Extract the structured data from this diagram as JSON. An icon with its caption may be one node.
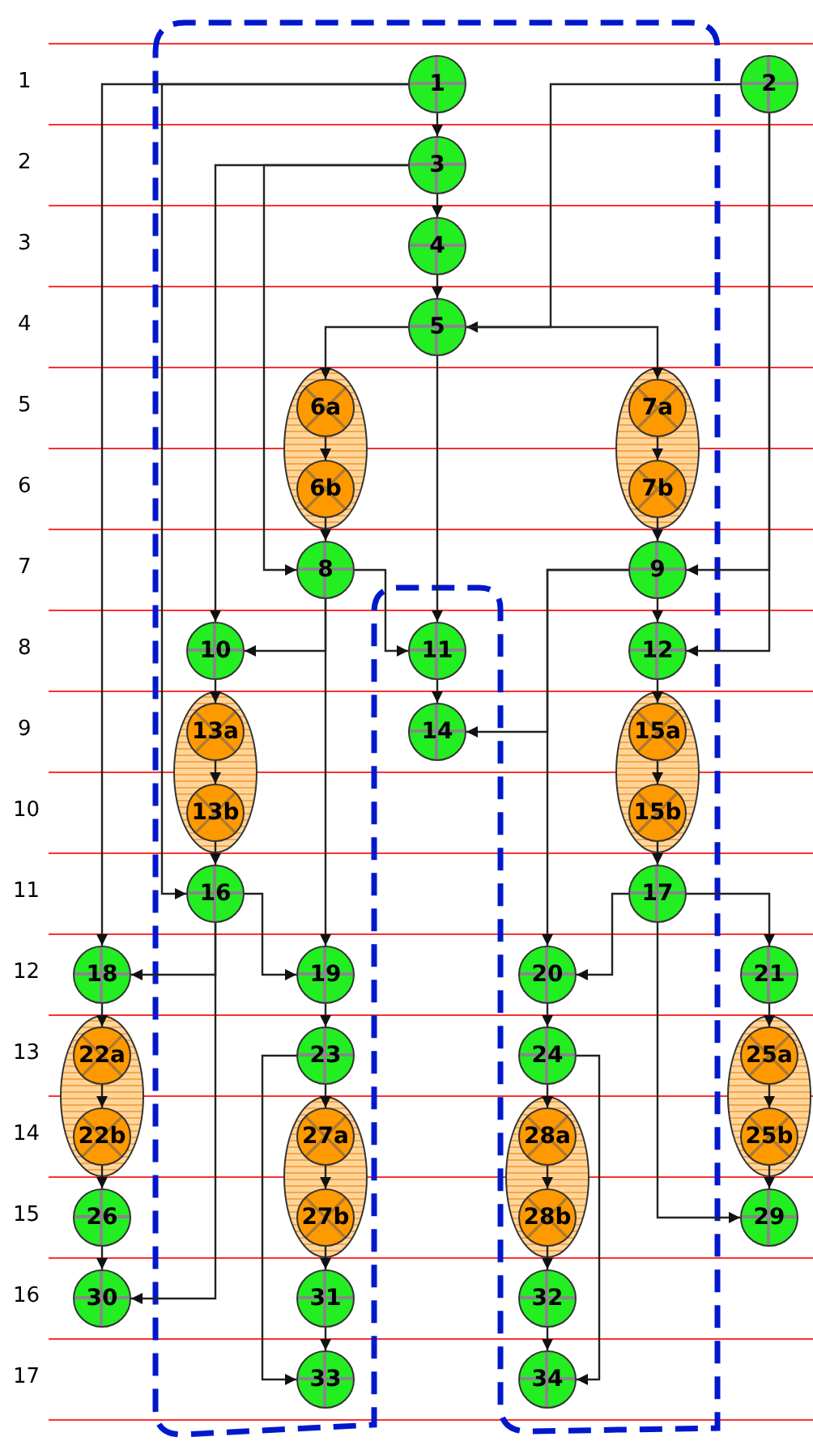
{
  "diagram": {
    "nodes": [
      {
        "text": [
          "1"
        ]
      },
      {
        "text": [
          "2"
        ]
      },
      {
        "text": [
          "3"
        ]
      },
      {
        "text": [
          "4"
        ]
      },
      {
        "text": [
          "5"
        ]
      },
      {
        "text": [],
        "shape": "ellipse"
      },
      {
        "text": [
          "6a"
        ],
        "in": 5
      },
      {
        "text": [
          "6b"
        ],
        "in": 5
      },
      {
        "text": [],
        "shape": "ellipse"
      },
      {
        "text": [
          "7a"
        ],
        "in": 8
      },
      {
        "text": [
          "7b"
        ],
        "in": 8
      },
      {
        "text": [
          "8"
        ]
      },
      {
        "text": [
          "9"
        ]
      },
      {
        "text": [
          "10"
        ]
      },
      {
        "text": [
          "11"
        ]
      },
      {
        "text": [
          "12"
        ]
      },
      {
        "text": [],
        "shape": "ellipse"
      },
      {
        "text": [
          "13a"
        ],
        "in": 16
      },
      {
        "text": [
          "13b"
        ],
        "in": 16
      },
      {
        "text": [
          "14"
        ]
      },
      {
        "text": [],
        "shape": "ellipse"
      },
      {
        "text": [
          "15a"
        ],
        "in": 20
      },
      {
        "text": [
          "15b"
        ],
        "in": 20
      },
      {
        "text": [
          "16"
        ]
      },
      {
        "text": [
          "17"
        ]
      },
      {
        "text": [
          "18"
        ]
      },
      {
        "text": [
          "19"
        ]
      },
      {
        "text": [
          "20"
        ]
      },
      {
        "text": [
          "21"
        ]
      },
      {
        "text": [],
        "shape": "ellipse"
      },
      {
        "text": [
          "22a"
        ],
        "in": 29
      },
      {
        "text": [
          "22b"
        ],
        "in": 29
      },
      {
        "text": [
          "23"
        ]
      },
      {
        "text": [
          "24"
        ]
      },
      {
        "text": [],
        "shape": "ellipse"
      },
      {
        "text": [
          "25a"
        ],
        "in": 34
      },
      {
        "text": [
          "25b"
        ],
        "in": 34
      },
      {
        "text": [],
        "shape": "ellipse"
      },
      {
        "text": [
          "27a"
        ],
        "in": 37
      },
      {
        "text": [
          "27b"
        ],
        "in": 37
      },
      {
        "text": [],
        "shape": "ellipse"
      },
      {
        "text": [
          "28a"
        ],
        "in": 40
      },
      {
        "text": [
          "28b"
        ],
        "in": 40
      },
      {
        "text": [
          "26"
        ]
      },
      {
        "text": [
          "29"
        ]
      },
      {
        "text": [
          "30"
        ]
      },
      {
        "text": [
          "31"
        ]
      },
      {
        "text": [
          "32"
        ]
      },
      {
        "text": [
          "33"
        ]
      },
      {
        "text": [
          "34"
        ]
      }
    ],
    "edges": [
      {
        "from": 0,
        "to": 2,
        "arrow": "to"
      },
      {
        "from": 2,
        "to": 3,
        "arrow": "to"
      },
      {
        "from": 3,
        "to": 4,
        "arrow": "to"
      },
      {
        "from": 1,
        "to": 4,
        "arrow": "to"
      },
      {
        "from": 0,
        "to": 25,
        "arrow": "to"
      },
      {
        "from": 0,
        "to": 23,
        "arrow": "to"
      },
      {
        "from": 2,
        "to": 13,
        "arrow": "to"
      },
      {
        "from": 2,
        "to": 11,
        "arrow": "to"
      },
      {
        "from": 4,
        "to": 6,
        "arrow": "to"
      },
      {
        "from": 4,
        "to": 9,
        "arrow": "to"
      },
      {
        "from": 4,
        "to": 14,
        "arrow": "to"
      },
      {
        "from": 6,
        "to": 7,
        "arrow": "to"
      },
      {
        "from": 7,
        "to": 11,
        "arrow": "to"
      },
      {
        "from": 9,
        "to": 10,
        "arrow": "to"
      },
      {
        "from": 10,
        "to": 12,
        "arrow": "to"
      },
      {
        "from": 1,
        "to": 12,
        "arrow": "to"
      },
      {
        "from": 1,
        "to": 15,
        "arrow": "to"
      },
      {
        "from": 11,
        "to": 14,
        "arrow": "to"
      },
      {
        "from": 11,
        "to": 13,
        "arrow": "to"
      },
      {
        "from": 11,
        "to": 26,
        "arrow": "to"
      },
      {
        "from": 12,
        "to": 15,
        "arrow": "to"
      },
      {
        "from": 12,
        "to": 19,
        "arrow": "to"
      },
      {
        "from": 12,
        "to": 27,
        "arrow": "to"
      },
      {
        "from": 14,
        "to": 19,
        "arrow": "to"
      },
      {
        "from": 13,
        "to": 17,
        "arrow": "to"
      },
      {
        "from": 17,
        "to": 18,
        "arrow": "to"
      },
      {
        "from": 18,
        "to": 23,
        "arrow": "to"
      },
      {
        "from": 15,
        "to": 21,
        "arrow": "to"
      },
      {
        "from": 21,
        "to": 22,
        "arrow": "to"
      },
      {
        "from": 22,
        "to": 24,
        "arrow": "to"
      },
      {
        "from": 23,
        "to": 26,
        "arrow": "to"
      },
      {
        "from": 23,
        "to": 25,
        "arrow": "to"
      },
      {
        "from": 23,
        "to": 45,
        "arrow": "to"
      },
      {
        "from": 24,
        "to": 27,
        "arrow": "to"
      },
      {
        "from": 24,
        "to": 28,
        "arrow": "to"
      },
      {
        "from": 24,
        "to": 44,
        "arrow": "to"
      },
      {
        "from": 25,
        "to": 30,
        "arrow": "to"
      },
      {
        "from": 30,
        "to": 31,
        "arrow": "to"
      },
      {
        "from": 31,
        "to": 43,
        "arrow": "to"
      },
      {
        "from": 43,
        "to": 45,
        "arrow": "to"
      },
      {
        "from": 26,
        "to": 32,
        "arrow": "to"
      },
      {
        "from": 32,
        "to": 38,
        "arrow": "to"
      },
      {
        "from": 38,
        "to": 39,
        "arrow": "to"
      },
      {
        "from": 39,
        "to": 46,
        "arrow": "to"
      },
      {
        "from": 46,
        "to": 48,
        "arrow": "to"
      },
      {
        "from": 32,
        "to": 48,
        "arrow": "to"
      },
      {
        "from": 27,
        "to": 33,
        "arrow": "to"
      },
      {
        "from": 33,
        "to": 41,
        "arrow": "to"
      },
      {
        "from": 41,
        "to": 42,
        "arrow": "to"
      },
      {
        "from": 42,
        "to": 47,
        "arrow": "to"
      },
      {
        "from": 47,
        "to": 49,
        "arrow": "to"
      },
      {
        "from": 33,
        "to": 49,
        "arrow": "to"
      },
      {
        "from": 28,
        "to": 35,
        "arrow": "to"
      },
      {
        "from": 35,
        "to": 36,
        "arrow": "to"
      },
      {
        "from": 36,
        "to": 44,
        "arrow": "to"
      }
    ],
    "labels": [
      "1",
      "2",
      "3",
      "4",
      "5",
      "6",
      "7",
      "8",
      "9",
      "10",
      "11",
      "12",
      "13",
      "14",
      "15",
      "16",
      "17"
    ]
  }
}
